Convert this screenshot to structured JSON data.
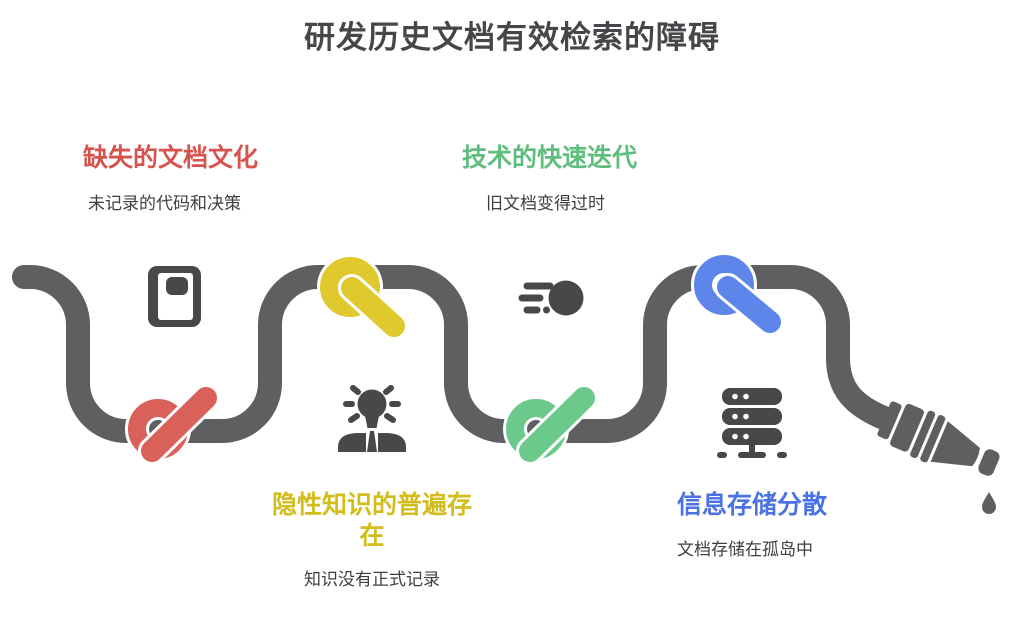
{
  "title": "研发历史文档有效检索的障碍",
  "colors": {
    "title_text": "#46464A",
    "subtitle_text": "#3F3F42",
    "rope": "#5F5F61",
    "icon": "#48484B",
    "casing": "#FFFFFF"
  },
  "sections": [
    {
      "heading": "缺失的文档文化",
      "subtitle": "未记录的代码和决策",
      "text_color": "#D7534E",
      "knot_color": "#D9615A",
      "icon": "notebook-icon"
    },
    {
      "heading": "技术的快速迭代",
      "subtitle": "旧文档变得过时",
      "text_color": "#5FBE7D",
      "knot_color": "#6BC98B",
      "icon": "meteor-icon"
    },
    {
      "heading": "隐性知识的普遍存在",
      "subtitle": "知识没有正式记录",
      "text_color": "#D2BD1D",
      "knot_color": "#DFC92D",
      "icon": "idea-person-icon"
    },
    {
      "heading": "信息存储分散",
      "subtitle": "文档存储在孤岛中",
      "text_color": "#4B72E4",
      "knot_color": "#5E86EA",
      "icon": "server-icon"
    }
  ],
  "end_elements": {
    "nozzle": "hose-nozzle-icon",
    "droplet": "water-drop-icon"
  }
}
